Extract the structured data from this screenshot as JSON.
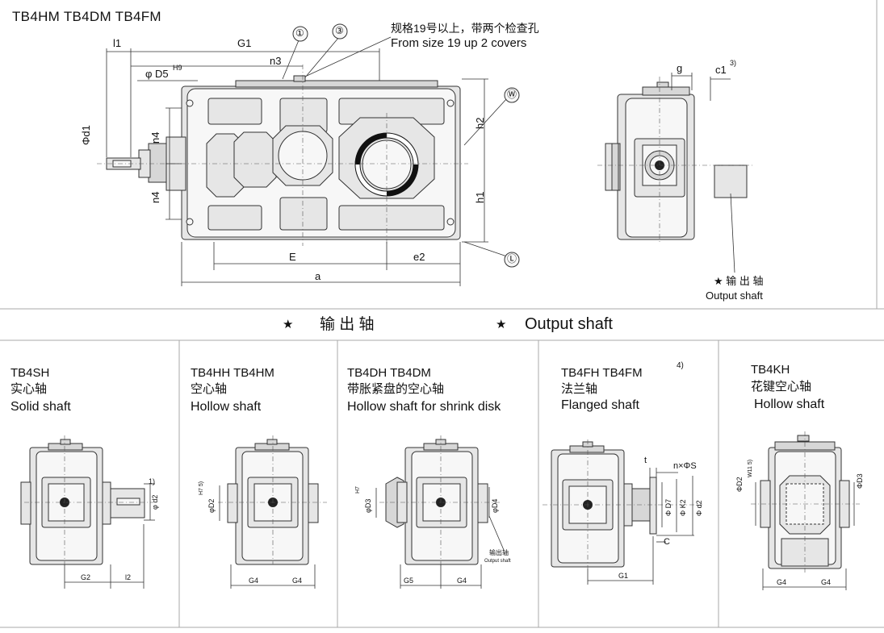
{
  "top": {
    "models": "TB4HM  TB4DM  TB4FM",
    "note_cn": "规格19号以上，带两个检查孔",
    "note_en": "From size 19 up 2 covers",
    "dims": {
      "l1": "l1",
      "G1": "G1",
      "n3": "n3",
      "D5": "φ D5",
      "D5_sup": "H9",
      "d1": "Φd1",
      "n4_top": "n4",
      "n4_bot": "n4",
      "h2": "h2",
      "h1": "h1",
      "E": "E",
      "e2": "e2",
      "a": "a",
      "g": "g",
      "c1": "c1",
      "c1_sup": "3)"
    },
    "callouts": [
      "①",
      "③",
      "Ⓦ",
      "Ⓛ"
    ],
    "output_shaft_cn": "★ 输 出 轴",
    "output_shaft_en": "Output shaft"
  },
  "banner": {
    "star1": "★",
    "cn": "输   出   轴",
    "star2": "★",
    "en": "Output shaft"
  },
  "variants": [
    {
      "model": "TB4SH",
      "cn": "实心轴",
      "en": "Solid shaft",
      "dims": {
        "G2": "G2",
        "l2": "l2",
        "d2": "φ d2",
        "note": "1)"
      }
    },
    {
      "model": "TB4HH   TB4HM",
      "cn": "空心轴",
      "en": "Hollow shaft",
      "dims": {
        "G4a": "G4",
        "G4b": "G4",
        "D2": "φD2",
        "fit": "H7 5)"
      }
    },
    {
      "model": "TB4DH   TB4DM",
      "cn": "带胀紧盘的空心轴",
      "en": "Hollow shaft for shrink disk",
      "dims": {
        "G5": "G5",
        "G4": "G4",
        "D3": "φD3",
        "fit": "H7",
        "D4": "φD4",
        "out_cn": "输出轴",
        "out_en": "Output shaft"
      }
    },
    {
      "model": "TB4FH  TB4FM",
      "sup": "4)",
      "cn": "法兰轴",
      "en": "Flanged shaft",
      "dims": {
        "t": "t",
        "nS": "n×ΦS",
        "D7": "Φ D7",
        "K2": "Φ K2",
        "d2": "Φ d2",
        "C": "C",
        "G1": "G1"
      }
    },
    {
      "model": "TB4KH",
      "cn": "花键空心轴",
      "en": "Hollow shaft",
      "dims": {
        "G4a": "G4",
        "G4b": "G4",
        "D2": "ΦD2",
        "fit": "W11 5)",
        "D3": "ΦD3"
      }
    }
  ]
}
